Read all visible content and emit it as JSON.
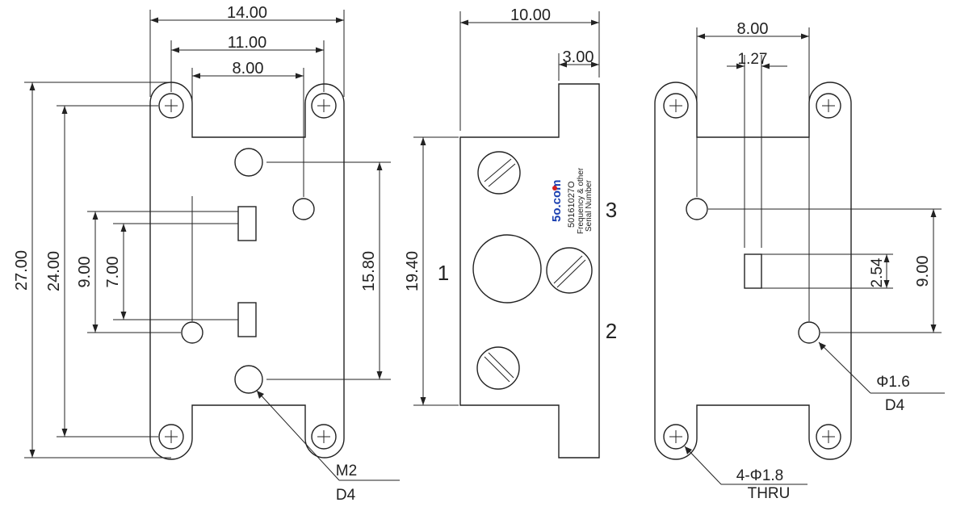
{
  "front_view": {
    "dims": {
      "width_14": "14.00",
      "hole_spacing_11": "11.00",
      "width_8": "8.00",
      "height_27": "27.00",
      "height_24": "24.00",
      "pad_span_9": "9.00",
      "pad_span_7": "7.00",
      "hole_span_15_80": "15.80"
    },
    "callout_thread": "M2",
    "callout_depth": "D4"
  },
  "side_view": {
    "dims": {
      "width_10": "10.00",
      "step_3": "3.00",
      "height_19_40": "19.40"
    },
    "pins": {
      "pin1": "1",
      "pin2": "2",
      "pin3": "3"
    },
    "label": {
      "brand": "5o.com",
      "serial": "50161027Ο",
      "line2": "Frequency & other",
      "line3": "Serial Number"
    }
  },
  "back_view": {
    "dims": {
      "width_8": "8.00",
      "pitch_1_27": "1.27",
      "pad_2_54": "2.54",
      "span_9": "9.00"
    },
    "hole_callout_dia": "Φ1.6",
    "hole_callout_depth": "D4",
    "mount_callout_dia": "4-Φ1.8",
    "mount_callout_type": "THRU"
  },
  "colors": {
    "line": "#222222",
    "brand_blue": "#1a3fb0",
    "brand_red": "#d42020"
  }
}
